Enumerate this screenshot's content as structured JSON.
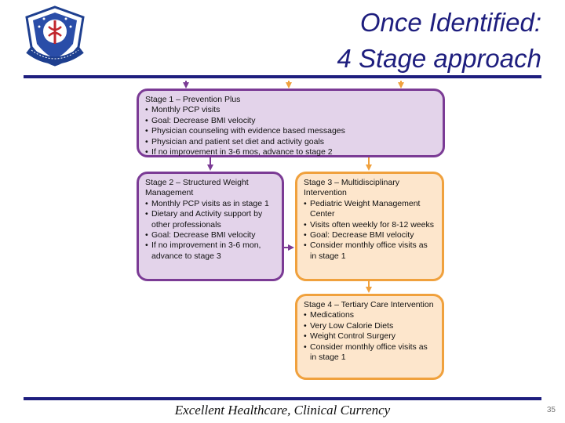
{
  "slide": {
    "title_line1": "Once Identified:",
    "title_line2": "4 Stage approach",
    "footer": "Excellent Healthcare, Clinical Currency",
    "page_number": "35"
  },
  "colors": {
    "title": "#1e1e7e",
    "stage_purple_border": "#7b3b95",
    "stage_purple_fill": "#e3d3ea",
    "stage_orange_border": "#f0a13d",
    "stage_orange_fill": "#fde6cc"
  },
  "logo": {
    "icon": "air-force-medical-service-emblem-icon"
  },
  "stages": [
    {
      "title": "Stage 1 – Prevention Plus",
      "bullets": [
        "Monthly PCP visits",
        "Goal: Decrease BMI velocity",
        "Physician counseling with evidence based messages",
        "Physician and patient set diet and activity goals",
        "If no improvement in 3-6 mos, advance to stage 2"
      ]
    },
    {
      "title": "Stage 2 – Structured Weight Management",
      "bullets": [
        "Monthly PCP visits as in stage 1",
        "Dietary and Activity support by other professionals",
        "Goal: Decrease BMI velocity",
        "If no improvement in 3-6 mon, advance to stage 3"
      ]
    },
    {
      "title": "Stage 3 – Multidisciplinary Intervention",
      "bullets": [
        "Pediatric Weight Management Center",
        "Visits often weekly for 8-12 weeks",
        "Goal: Decrease BMI velocity",
        "Consider monthly office visits as in stage 1"
      ]
    },
    {
      "title": "Stage 4 – Tertiary Care Intervention",
      "bullets": [
        "Medications",
        "Very Low Calorie Diets",
        "Weight Control Surgery",
        "Consider monthly office visits as in stage 1"
      ]
    }
  ]
}
